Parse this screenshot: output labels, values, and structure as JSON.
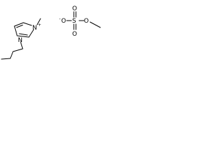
{
  "cation": {
    "ring_n1": "N",
    "ring_n2": "N",
    "charge": "+"
  },
  "anion": {
    "o_minus": "O",
    "minus": "-",
    "sulfur": "S",
    "o_top": "O",
    "o_bottom": "O",
    "o_methyl": "O"
  },
  "colors": {
    "bond": "#000000",
    "text": "#000000",
    "background": "#ffffff"
  }
}
